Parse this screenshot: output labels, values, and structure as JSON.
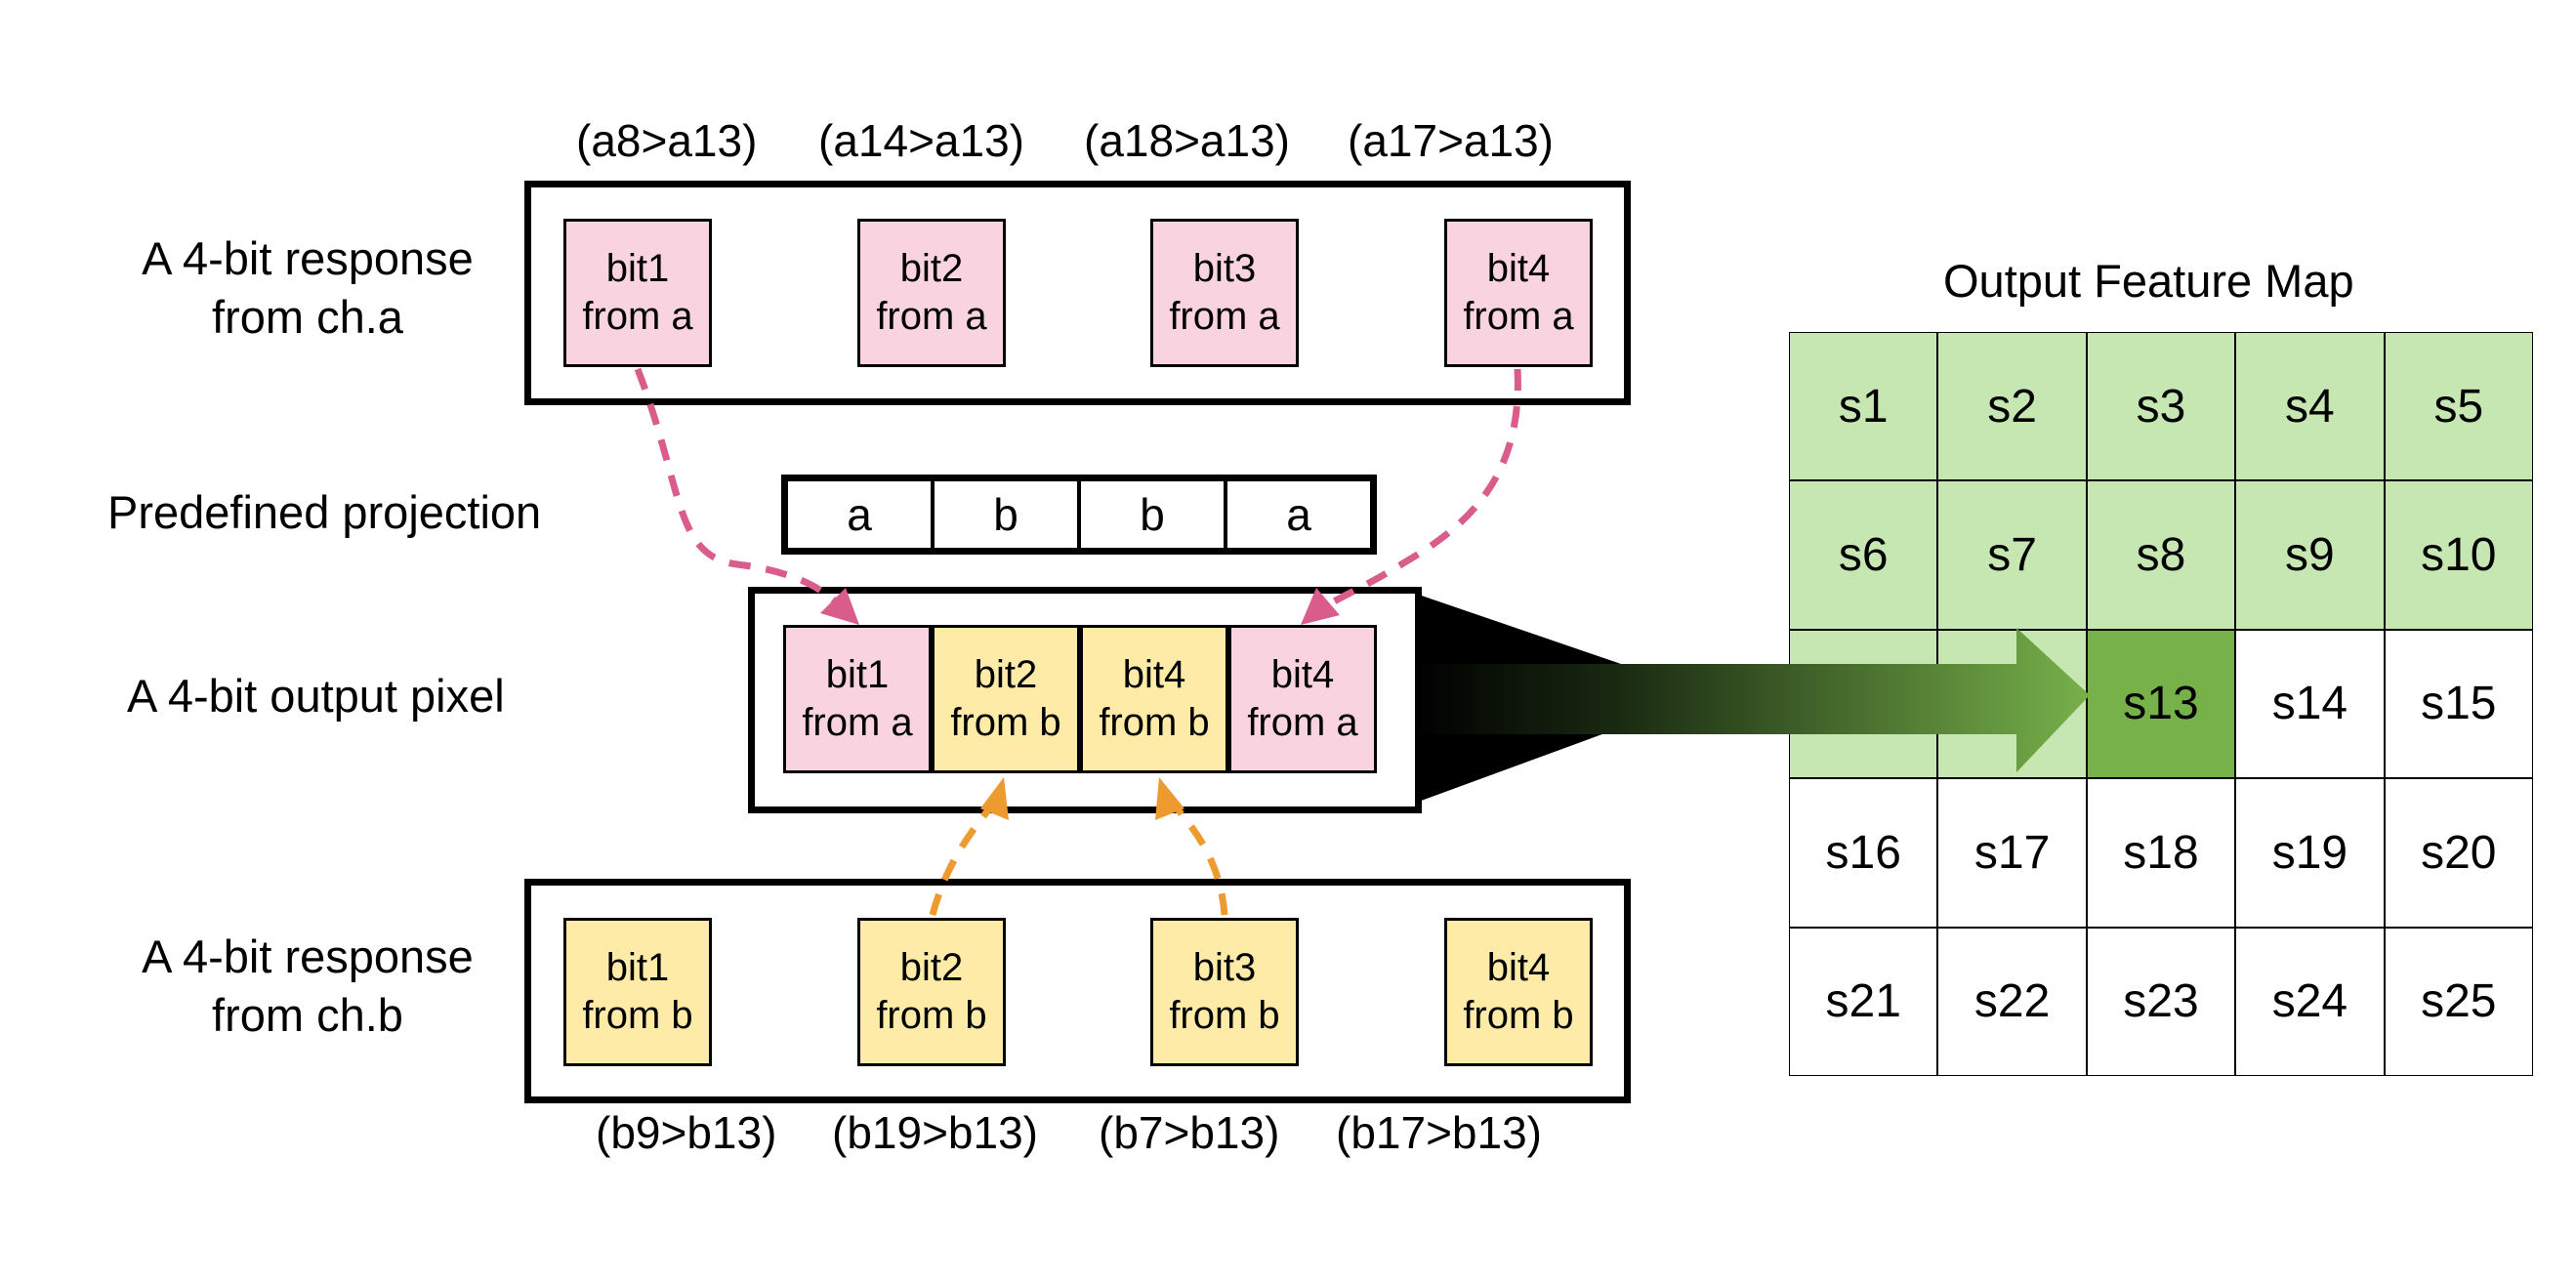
{
  "colors": {
    "pink": "#f9d3df",
    "yellow": "#fdeba7",
    "grid_green_light": "#c6e6b2",
    "grid_green_target": "#77b14a",
    "arrow_pink": "#d95c8a",
    "arrow_orange": "#ed9a2e"
  },
  "labels": {
    "resp_a": [
      "A 4-bit response",
      "from ch.a"
    ],
    "projection": "Predefined projection",
    "output_pixel": "A 4-bit output pixel",
    "resp_b": [
      "A 4-bit response",
      "from ch.b"
    ],
    "feature_map": "Output Feature Map"
  },
  "comparisons_a": [
    "(a8>a13)",
    "(a14>a13)",
    "(a18>a13)",
    "(a17>a13)"
  ],
  "comparisons_b": [
    "(b9>b13)",
    "(b19>b13)",
    "(b7>b13)",
    "(b17>b13)"
  ],
  "bits_a": [
    {
      "line1": "bit1",
      "line2": "from a"
    },
    {
      "line1": "bit2",
      "line2": "from a"
    },
    {
      "line1": "bit3",
      "line2": "from a"
    },
    {
      "line1": "bit4",
      "line2": "from a"
    }
  ],
  "bits_b": [
    {
      "line1": "bit1",
      "line2": "from b"
    },
    {
      "line1": "bit2",
      "line2": "from b"
    },
    {
      "line1": "bit3",
      "line2": "from b"
    },
    {
      "line1": "bit4",
      "line2": "from b"
    }
  ],
  "projection": [
    "a",
    "b",
    "b",
    "a"
  ],
  "output_pixel": [
    {
      "line1": "bit1",
      "line2": "from a"
    },
    {
      "line1": "bit2",
      "line2": "from b"
    },
    {
      "line1": "bit4",
      "line2": "from b"
    },
    {
      "line1": "bit4",
      "line2": "from a"
    }
  ],
  "feature_map": {
    "cells": [
      [
        "s1",
        "s2",
        "s3",
        "s4",
        "s5"
      ],
      [
        "s6",
        "s7",
        "s8",
        "s9",
        "s10"
      ],
      [
        "",
        "",
        "s13",
        "s14",
        "s15"
      ],
      [
        "s16",
        "s17",
        "s18",
        "s19",
        "s20"
      ],
      [
        "s21",
        "s22",
        "s23",
        "s24",
        "s25"
      ]
    ],
    "target": "s13"
  }
}
